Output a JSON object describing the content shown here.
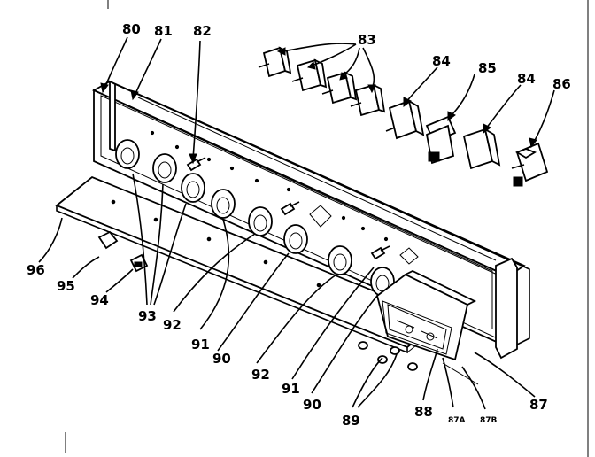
{
  "callouts": {
    "c80": "80",
    "c81": "81",
    "c82": "82",
    "c83": "83",
    "c84a": "84",
    "c85": "85",
    "c84b": "84",
    "c86": "86",
    "c96": "96",
    "c95": "95",
    "c94": "94",
    "c93": "93",
    "c92a": "92",
    "c91a": "91",
    "c90a": "90",
    "c92b": "92",
    "c91b": "91",
    "c90b": "90",
    "c89": "89",
    "c88": "88",
    "c87A": "87A",
    "c87B": "87B",
    "c87": "87"
  }
}
